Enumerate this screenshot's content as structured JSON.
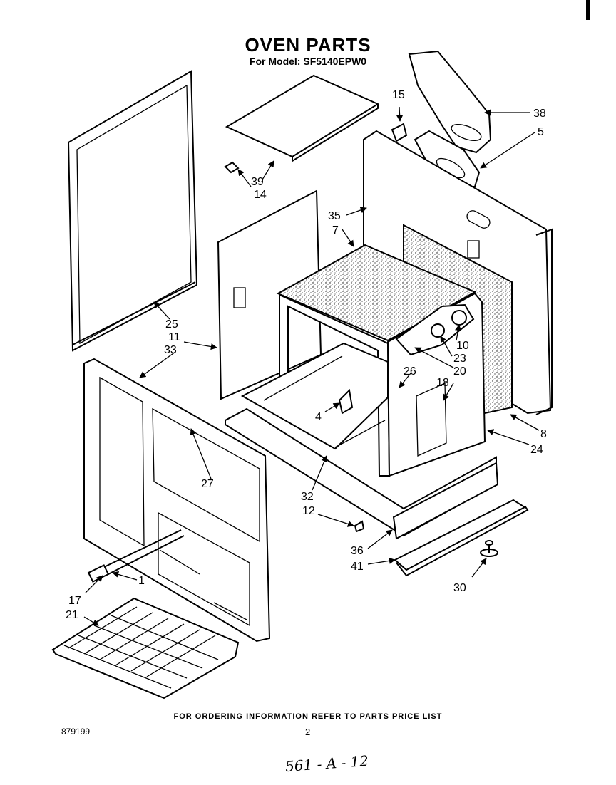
{
  "title": "OVEN PARTS",
  "subtitle": "For Model: SF5140EPW0",
  "footer": {
    "ordering_note": "FOR ORDERING INFORMATION REFER TO PARTS PRICE LIST",
    "doc_number": "879199",
    "page_number": "2",
    "handwritten_ref": "561 - A - 12"
  },
  "callouts": [
    {
      "id": "c15",
      "text": "15"
    },
    {
      "id": "c38",
      "text": "38"
    },
    {
      "id": "c5",
      "text": "5"
    },
    {
      "id": "c39",
      "text": "39"
    },
    {
      "id": "c14",
      "text": "14"
    },
    {
      "id": "c35",
      "text": "35"
    },
    {
      "id": "c7",
      "text": "7"
    },
    {
      "id": "c25",
      "text": "25"
    },
    {
      "id": "c11",
      "text": "11"
    },
    {
      "id": "c33",
      "text": "33"
    },
    {
      "id": "c10",
      "text": "10"
    },
    {
      "id": "c23",
      "text": "23"
    },
    {
      "id": "c20",
      "text": "20"
    },
    {
      "id": "c26",
      "text": "26"
    },
    {
      "id": "c18",
      "text": "18"
    },
    {
      "id": "c4",
      "text": "4"
    },
    {
      "id": "c27",
      "text": "27"
    },
    {
      "id": "c8",
      "text": "8"
    },
    {
      "id": "c24",
      "text": "24"
    },
    {
      "id": "c32",
      "text": "32"
    },
    {
      "id": "c12",
      "text": "12"
    },
    {
      "id": "c36",
      "text": "36"
    },
    {
      "id": "c41",
      "text": "41"
    },
    {
      "id": "c30",
      "text": "30"
    },
    {
      "id": "c17",
      "text": "17"
    },
    {
      "id": "c1",
      "text": "1"
    },
    {
      "id": "c21",
      "text": "21"
    }
  ]
}
